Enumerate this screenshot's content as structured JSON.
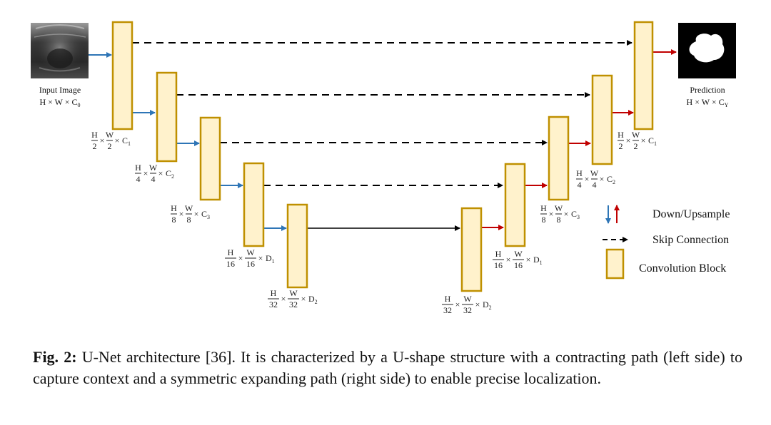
{
  "input_image": {
    "line1": "Input Image",
    "line2": "H × W × C",
    "sub": "0"
  },
  "prediction": {
    "line1": "Prediction",
    "line2": "H × W × C",
    "sub": "Y"
  },
  "encoder_labels": [
    {
      "num1": "H",
      "den1": "2",
      "num2": "W",
      "den2": "2",
      "var": "C",
      "sub": "1"
    },
    {
      "num1": "H",
      "den1": "4",
      "num2": "W",
      "den2": "4",
      "var": "C",
      "sub": "2"
    },
    {
      "num1": "H",
      "den1": "8",
      "num2": "W",
      "den2": "8",
      "var": "C",
      "sub": "3"
    },
    {
      "num1": "H",
      "den1": "16",
      "num2": "W",
      "den2": "16",
      "var": "D",
      "sub": "1"
    },
    {
      "num1": "H",
      "den1": "32",
      "num2": "W",
      "den2": "32",
      "var": "D",
      "sub": "2"
    }
  ],
  "decoder_labels": [
    {
      "num1": "H",
      "den1": "32",
      "num2": "W",
      "den2": "32",
      "var": "D",
      "sub": "2"
    },
    {
      "num1": "H",
      "den1": "16",
      "num2": "W",
      "den2": "16",
      "var": "D",
      "sub": "1"
    },
    {
      "num1": "H",
      "den1": "8",
      "num2": "W",
      "den2": "8",
      "var": "C",
      "sub": "3"
    },
    {
      "num1": "H",
      "den1": "4",
      "num2": "W",
      "den2": "4",
      "var": "C",
      "sub": "2"
    },
    {
      "num1": "H",
      "den1": "2",
      "num2": "W",
      "den2": "2",
      "var": "C",
      "sub": "1"
    }
  ],
  "legend": {
    "down_up": "Down/Upsample",
    "skip": "Skip Connection",
    "conv": "Convolution Block"
  },
  "colors": {
    "block_fill": "#FFF2CC",
    "block_stroke": "#BF9000",
    "downsample_arrow": "#2E75B6",
    "upsample_arrow": "#C00000",
    "skip_arrow": "#000000"
  },
  "caption": {
    "label": "Fig. 2:",
    "text": " U-Net architecture [36]. It is characterized by a U-shape structure with a contracting path (left side) to capture context and a symmetric expanding path (right side) to enable precise localization."
  }
}
